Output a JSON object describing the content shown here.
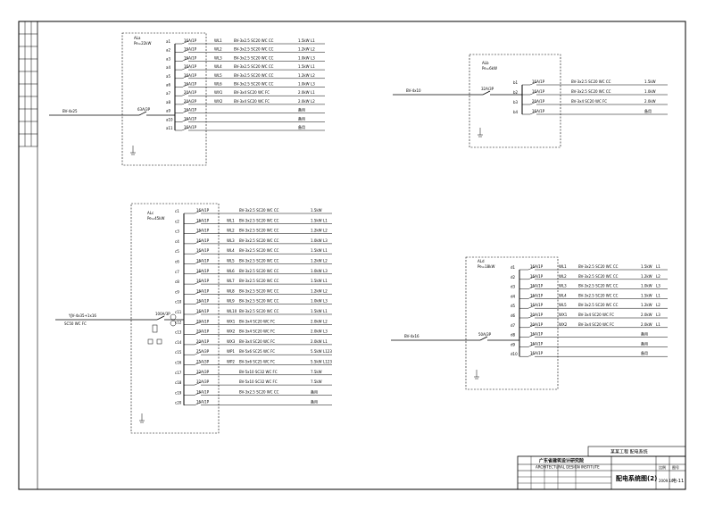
{
  "drawing": {
    "title_block": {
      "company": "广东省建筑设计研究院",
      "company_en": "ARCHITECTURAL DESIGN INSTITUTE",
      "project_top": "某某工程 配电系统",
      "drawing_title": "配电系统图(2)",
      "sheet_no": "电-11",
      "date": "2009.10",
      "scale_label": "比例",
      "page_label": "图号"
    },
    "panels": [
      {
        "id": "p1",
        "name": "ALa",
        "model": "Pe=22kW",
        "incoming": "BV-4x25",
        "main_breaker": "63A/3P",
        "circuits": [
          {
            "no": "a1",
            "cb": "16A/1P",
            "code": "WL1",
            "desc": "BV-3x2.5 SC20 WC CC",
            "kw": "1.5kW",
            "phase": "L1"
          },
          {
            "no": "a2",
            "cb": "16A/1P",
            "code": "WL2",
            "desc": "BV-3x2.5 SC20 WC CC",
            "kw": "1.2kW",
            "phase": "L2"
          },
          {
            "no": "a3",
            "cb": "16A/1P",
            "code": "WL3",
            "desc": "BV-3x2.5 SC20 WC CC",
            "kw": "1.0kW",
            "phase": "L3"
          },
          {
            "no": "a4",
            "cb": "16A/1P",
            "code": "WL4",
            "desc": "BV-3x2.5 SC20 WC CC",
            "kw": "1.5kW",
            "phase": "L1"
          },
          {
            "no": "a5",
            "cb": "16A/1P",
            "code": "WL5",
            "desc": "BV-3x2.5 SC20 WC CC",
            "kw": "1.2kW",
            "phase": "L2"
          },
          {
            "no": "a6",
            "cb": "16A/1P",
            "code": "WL6",
            "desc": "BV-3x2.5 SC20 WC CC",
            "kw": "1.0kW",
            "phase": "L3"
          },
          {
            "no": "a7",
            "cb": "20A/1P",
            "code": "WX1",
            "desc": "BV-3x4 SC20 WC FC",
            "kw": "2.0kW",
            "phase": "L1"
          },
          {
            "no": "a8",
            "cb": "20A/2P",
            "code": "WX2",
            "desc": "BV-3x4 SC20 WC FC",
            "kw": "2.0kW",
            "phase": "L2"
          },
          {
            "no": "a9",
            "cb": "16A/1P",
            "code": "",
            "desc": "",
            "kw": "备用",
            "phase": ""
          },
          {
            "no": "a10",
            "cb": "16A/1P",
            "code": "",
            "desc": "",
            "kw": "备用",
            "phase": ""
          },
          {
            "no": "a11",
            "cb": "16A/1P",
            "code": "",
            "desc": "",
            "kw": "备用",
            "phase": ""
          }
        ]
      },
      {
        "id": "p2",
        "name": "ALb",
        "model": "Pe=6kW",
        "incoming": "BV-4x10",
        "main_breaker": "32A/3P",
        "circuits": [
          {
            "no": "b1",
            "cb": "16A/1P",
            "code": "",
            "desc": "BV-3x2.5 SC20 WC CC",
            "kw": "1.5kW",
            "phase": ""
          },
          {
            "no": "b2",
            "cb": "16A/1P",
            "code": "",
            "desc": "BV-3x2.5 SC20 WC CC",
            "kw": "1.0kW",
            "phase": ""
          },
          {
            "no": "b3",
            "cb": "20A/1P",
            "code": "",
            "desc": "BV-3x4 SC20 WC FC",
            "kw": "2.0kW",
            "phase": ""
          },
          {
            "no": "b4",
            "cb": "16A/1P",
            "code": "",
            "desc": "",
            "kw": "备用",
            "phase": ""
          }
        ]
      },
      {
        "id": "p3",
        "name": "ALc",
        "model": "Pe=45kW",
        "incoming": "YJV-4x35+1x16",
        "incoming2": "SC50 WC FC",
        "main_breaker": "100A/3P",
        "circuits": [
          {
            "no": "c1",
            "cb": "16A/1P",
            "code": "",
            "desc": "BV-3x2.5 SC20 WC CC",
            "kw": "1.5kW",
            "phase": ""
          },
          {
            "no": "c2",
            "cb": "16A/1P",
            "code": "WL1",
            "desc": "BV-3x2.5 SC20 WC CC",
            "kw": "1.5kW",
            "phase": "L1"
          },
          {
            "no": "c3",
            "cb": "16A/1P",
            "code": "WL2",
            "desc": "BV-3x2.5 SC20 WC CC",
            "kw": "1.2kW",
            "phase": "L2"
          },
          {
            "no": "c4",
            "cb": "16A/1P",
            "code": "WL3",
            "desc": "BV-3x2.5 SC20 WC CC",
            "kw": "1.0kW",
            "phase": "L3"
          },
          {
            "no": "c5",
            "cb": "16A/1P",
            "code": "WL4",
            "desc": "BV-3x2.5 SC20 WC CC",
            "kw": "1.5kW",
            "phase": "L1"
          },
          {
            "no": "c6",
            "cb": "16A/1P",
            "code": "WL5",
            "desc": "BV-3x2.5 SC20 WC CC",
            "kw": "1.2kW",
            "phase": "L2"
          },
          {
            "no": "c7",
            "cb": "16A/1P",
            "code": "WL6",
            "desc": "BV-3x2.5 SC20 WC CC",
            "kw": "1.0kW",
            "phase": "L3"
          },
          {
            "no": "c8",
            "cb": "16A/1P",
            "code": "WL7",
            "desc": "BV-3x2.5 SC20 WC CC",
            "kw": "1.5kW",
            "phase": "L1"
          },
          {
            "no": "c9",
            "cb": "16A/1P",
            "code": "WL8",
            "desc": "BV-3x2.5 SC20 WC CC",
            "kw": "1.2kW",
            "phase": "L2"
          },
          {
            "no": "c10",
            "cb": "16A/1P",
            "code": "WL9",
            "desc": "BV-3x2.5 SC20 WC CC",
            "kw": "1.0kW",
            "phase": "L3"
          },
          {
            "no": "c11",
            "cb": "16A/1P",
            "code": "WL10",
            "desc": "BV-3x2.5 SC20 WC CC",
            "kw": "1.5kW",
            "phase": "L1"
          },
          {
            "no": "c12",
            "cb": "20A/1P",
            "code": "WX1",
            "desc": "BV-3x4 SC20 WC FC",
            "kw": "2.0kW",
            "phase": "L2"
          },
          {
            "no": "c13",
            "cb": "20A/1P",
            "code": "WX2",
            "desc": "BV-3x4 SC20 WC FC",
            "kw": "2.0kW",
            "phase": "L3"
          },
          {
            "no": "c14",
            "cb": "20A/1P",
            "code": "WX3",
            "desc": "BV-3x4 SC20 WC FC",
            "kw": "2.0kW",
            "phase": "L1"
          },
          {
            "no": "c15",
            "cb": "25A/3P",
            "code": "WP1",
            "desc": "BV-5x6 SC25 WC FC",
            "kw": "5.5kW",
            "phase": "L123"
          },
          {
            "no": "c16",
            "cb": "25A/3P",
            "code": "WP2",
            "desc": "BV-5x6 SC25 WC FC",
            "kw": "5.5kW",
            "phase": "L123"
          },
          {
            "no": "c17",
            "cb": "32A/3P",
            "code": "",
            "desc": "BV-5x10 SC32 WC FC",
            "kw": "7.5kW",
            "phase": ""
          },
          {
            "no": "c18",
            "cb": "32A/3P",
            "code": "",
            "desc": "BV-5x10 SC32 WC FC",
            "kw": "7.5kW",
            "phase": ""
          },
          {
            "no": "c19",
            "cb": "16A/1P",
            "code": "",
            "desc": "BV-3x2.5 SC20 WC CC",
            "kw": "备用",
            "phase": ""
          },
          {
            "no": "c20",
            "cb": "16A/1P",
            "code": "",
            "desc": "",
            "kw": "备用",
            "phase": ""
          }
        ]
      },
      {
        "id": "p4",
        "name": "ALd",
        "model": "Pe=18kW",
        "incoming": "BV-4x16",
        "main_breaker": "50A/3P",
        "circuits": [
          {
            "no": "d1",
            "cb": "16A/1P",
            "code": "WL1",
            "desc": "BV-3x2.5 SC20 WC CC",
            "kw": "1.5kW",
            "phase": "L1"
          },
          {
            "no": "d2",
            "cb": "16A/1P",
            "code": "WL2",
            "desc": "BV-3x2.5 SC20 WC CC",
            "kw": "1.2kW",
            "phase": "L2"
          },
          {
            "no": "d3",
            "cb": "16A/1P",
            "code": "WL3",
            "desc": "BV-3x2.5 SC20 WC CC",
            "kw": "1.0kW",
            "phase": "L3"
          },
          {
            "no": "d4",
            "cb": "16A/1P",
            "code": "WL4",
            "desc": "BV-3x2.5 SC20 WC CC",
            "kw": "1.5kW",
            "phase": "L1"
          },
          {
            "no": "d5",
            "cb": "16A/1P",
            "code": "WL5",
            "desc": "BV-3x2.5 SC20 WC CC",
            "kw": "1.2kW",
            "phase": "L2"
          },
          {
            "no": "d6",
            "cb": "20A/1P",
            "code": "WX1",
            "desc": "BV-3x4 SC20 WC FC",
            "kw": "2.0kW",
            "phase": "L3"
          },
          {
            "no": "d7",
            "cb": "20A/1P",
            "code": "WX2",
            "desc": "BV-3x4 SC20 WC FC",
            "kw": "2.0kW",
            "phase": "L1"
          },
          {
            "no": "d8",
            "cb": "16A/1P",
            "code": "",
            "desc": "",
            "kw": "备用",
            "phase": ""
          },
          {
            "no": "d9",
            "cb": "16A/1P",
            "code": "",
            "desc": "",
            "kw": "备用",
            "phase": ""
          },
          {
            "no": "d10",
            "cb": "16A/1P",
            "code": "",
            "desc": "",
            "kw": "备用",
            "phase": ""
          }
        ]
      }
    ]
  }
}
